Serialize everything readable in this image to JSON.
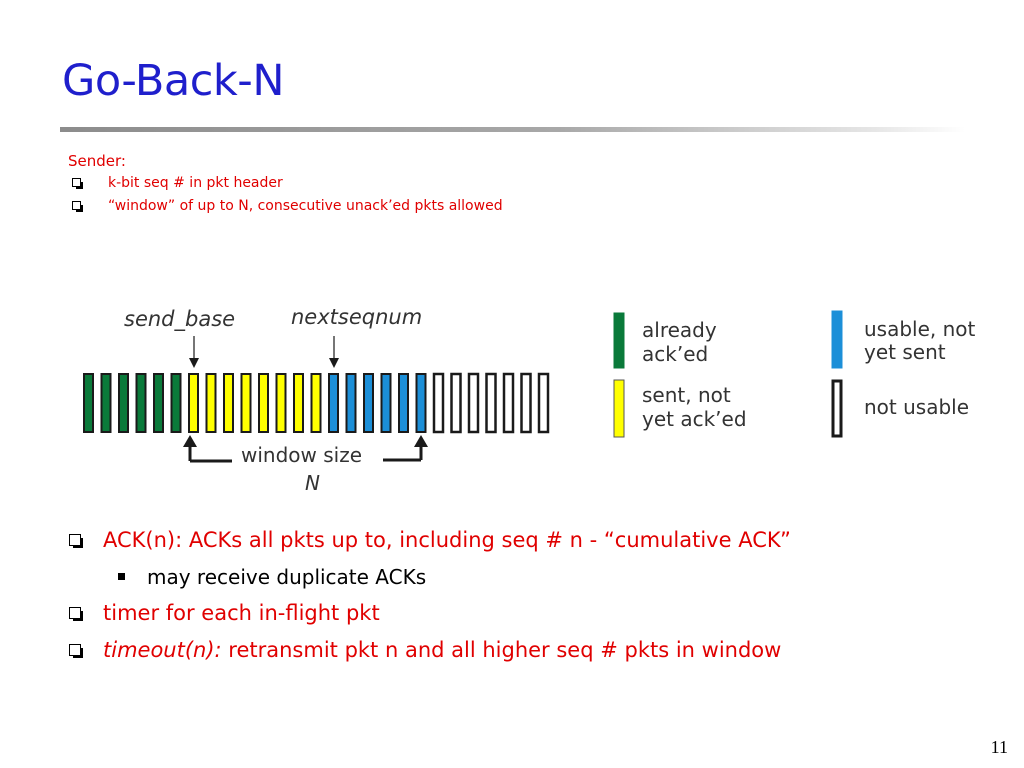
{
  "title": "Go-Back-N",
  "sender": {
    "heading": "Sender:",
    "items": [
      "k-bit seq # in pkt header",
      "“window” of up to N, consecutive unack’ed pkts allowed"
    ]
  },
  "diagram": {
    "send_base_label": "send_base",
    "nextseqnum_label": "nextseqnum",
    "window_label": "window size",
    "window_symbol": "N",
    "packets": {
      "already_acked": 6,
      "sent_not_acked": 8,
      "usable_not_sent": 6,
      "not_usable": 7
    },
    "colors": {
      "already_acked": "#0a7a3a",
      "sent_not_acked": "#ffff00",
      "usable_not_sent": "#1c8fd8",
      "not_usable": "#ffffff",
      "outline": "#1a1a1a"
    }
  },
  "legend": {
    "already_acked": {
      "line1": "already",
      "line2": "ack’ed"
    },
    "sent_not_acked": {
      "line1": "sent, not",
      "line2": "yet ack’ed"
    },
    "usable_not_sent": {
      "line1": "usable, not",
      "line2": "yet sent"
    },
    "not_usable": {
      "line1": "not usable"
    }
  },
  "bullets": {
    "ack": "ACK(n): ACKs all pkts up to, including seq # n - “cumulative ACK”",
    "ack_sub": "may receive duplicate ACKs",
    "timer": "timer for each in-flight pkt",
    "timeout_label": "timeout(n):",
    "timeout_text": " retransmit pkt n and all higher seq # pkts in window"
  },
  "page_number": "11"
}
